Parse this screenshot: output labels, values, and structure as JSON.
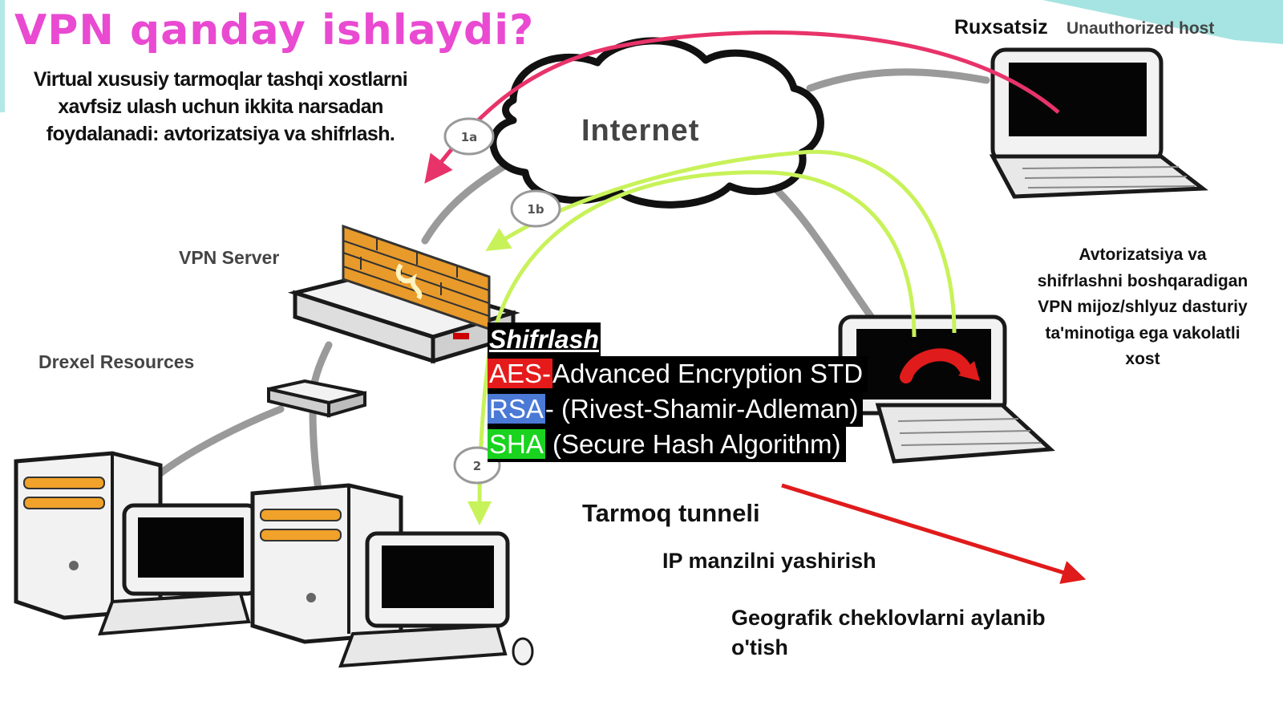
{
  "title": "VPN qanday ishlaydi?",
  "intro": "Virtual xususiy tarmoqlar tashqi xostlarni xavfsiz ulash uchun ikkita narsadan foydalanadi: avtorizatsiya va shifrlash.",
  "labels": {
    "unauthorized_uz": "Ruxsatsiz",
    "unauthorized_en": "Unauthorized host",
    "internet": "Internet",
    "vpn_server": "VPN Server",
    "drexel": "Drexel Resources",
    "right_note": "Avtorizatsiya va shifrlashni boshqaradigan VPN mijoz/shlyuz dasturiy ta'minotiga ega vakolatli xost"
  },
  "badges": {
    "b1a": "1a",
    "b1b": "1b",
    "b2": "2"
  },
  "encryption": {
    "heading": "Shifrlash",
    "rows": [
      {
        "tag": "AES-",
        "text": "Advanced Encryption STD"
      },
      {
        "tag": "RSA",
        "text": "- (Rivest-Shamir-Adleman)"
      },
      {
        "tag": "SHA",
        "text": " (Secure Hash Algorithm)"
      }
    ]
  },
  "benefits": {
    "tunnel": "Tarmoq tunneli",
    "hide_ip": "IP manzilni yashirish",
    "geo": "Geografik cheklovlarni aylanib o'tish"
  },
  "colors": {
    "title": "#e94ad1",
    "unauthorized_arrow": "#e8336a",
    "authorized_arrow": "#c8f25a",
    "red_arrow": "#e01b1b",
    "aes_tag": "#e51b1b",
    "rsa_tag": "#4a79d6",
    "sha_tag": "#19d31e"
  }
}
